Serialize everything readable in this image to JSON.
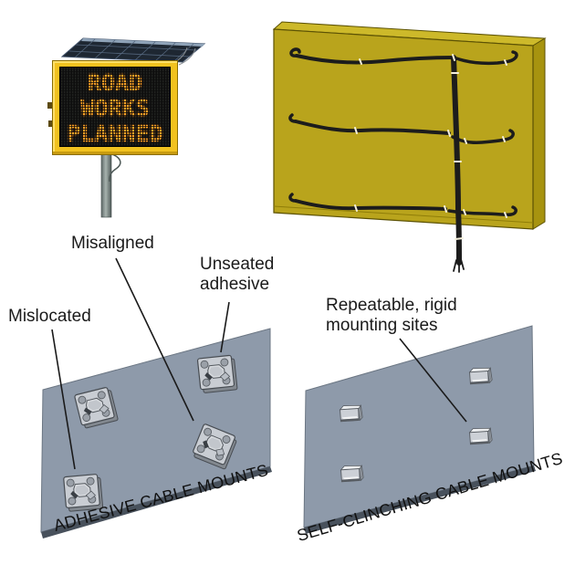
{
  "colors": {
    "background": "#ffffff",
    "sign_frame_yellow": "#f2c21f",
    "led_orange": "#ffa226",
    "display_black": "#151515",
    "back_panel_yellow": "#b9a41c",
    "mount_panel_gray": "#8e9aaa",
    "cable_black": "#1c1c1c"
  },
  "sign": {
    "line1": "ROAD",
    "line2": "WORKS",
    "line3": "PLANNED"
  },
  "left_figure": {
    "caption": "ADHESIVE CABLE MOUNTS",
    "annotation_mislocated": "Mislocated",
    "annotation_misaligned": "Misaligned",
    "annotation_unseated_line1": "Unseated",
    "annotation_unseated_line2": "adhesive"
  },
  "right_figure": {
    "caption": "SELF-CLINCHING CABLE MOUNTS",
    "annotation_line1": "Repeatable, rigid",
    "annotation_line2": "mounting sites"
  }
}
